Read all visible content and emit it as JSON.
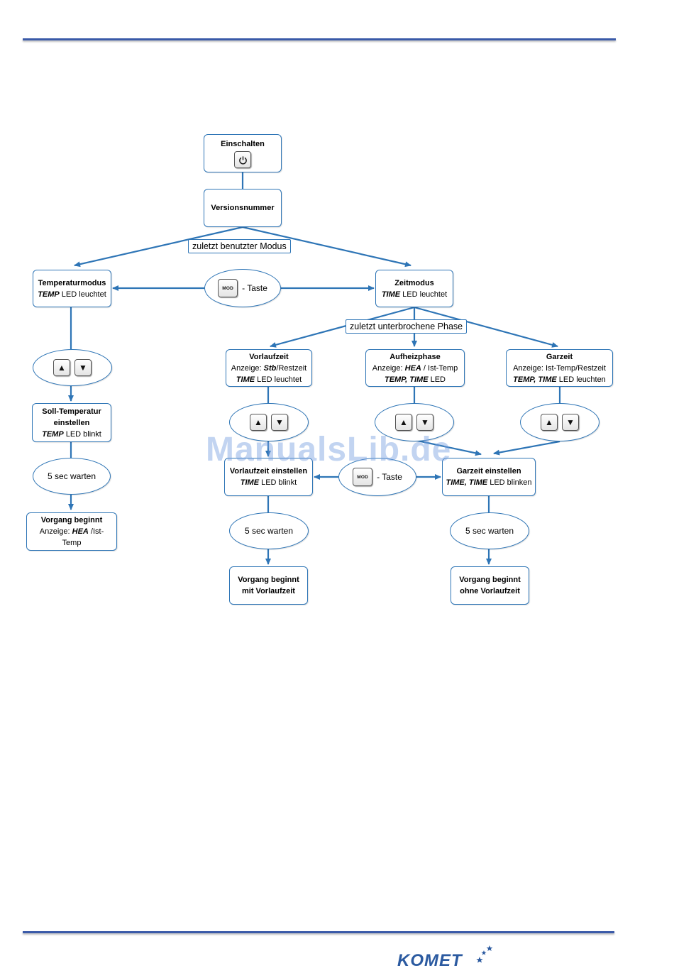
{
  "colors": {
    "accent": "#2e75b6",
    "rule": "#3a5aa8",
    "brand": "#2b5aa0"
  },
  "watermark": "ManualsLib.de",
  "brand": "KOMET",
  "labels": {
    "last_mode": "zuletzt benutzter Modus",
    "last_phase": "zuletzt unterbrochene Phase"
  },
  "icons": {
    "power": "power-icon",
    "up": "up-arrow-icon",
    "down": "down-arrow-icon",
    "mod": "mod-key-icon"
  },
  "keys": {
    "mod": "MOD",
    "up": "▲",
    "down": "▼"
  },
  "nodes": {
    "einschalten": {
      "title": "Einschalten"
    },
    "versionsnummer": {
      "title": "Versionsnummer"
    },
    "temperaturmodus": {
      "title": "Temperaturmodus",
      "line2_em": "TEMP",
      "line2_rest": " LED leuchtet"
    },
    "zeitmodus": {
      "title": "Zeitmodus",
      "line2_em": "TIME",
      "line2_rest": " LED leuchtet"
    },
    "mod_taste_top": {
      "text": "- Taste"
    },
    "vorlaufzeit": {
      "title": "Vorlaufzeit",
      "line2_pre": "Anzeige: ",
      "line2_em": "Stb",
      "line2_rest": "/Restzeit",
      "line3_em": "TIME",
      "line3_rest": " LED leuchtet"
    },
    "aufheizphase": {
      "title": "Aufheizphase",
      "line2_pre": "Anzeige: ",
      "line2_em": "HEA",
      "line2_rest": " / Ist-Temp",
      "line3_em": "TEMP, TIME",
      "line3_rest": " LED"
    },
    "garzeit": {
      "title": "Garzeit",
      "line2": "Anzeige: Ist-Temp/Restzeit",
      "line3_em": "TEMP, TIME",
      "line3_rest": " LED leuchten"
    },
    "soll_temperatur": {
      "title_1": "Soll-Temperatur",
      "title_2": "einstellen",
      "line3_em": "TEMP",
      "line3_rest": " LED blinkt"
    },
    "wait_left": {
      "text": "5 sec warten"
    },
    "vorgang_left": {
      "title": "Vorgang beginnt",
      "line2_pre": "Anzeige: ",
      "line2_em": "HEA",
      "line2_rest": " /Ist-",
      "line3": "Temp"
    },
    "vorlaufzeit_einstellen": {
      "title": "Vorlaufzeit einstellen",
      "line2_em": "TIME",
      "line2_rest": " LED blinkt"
    },
    "mod_taste_mid": {
      "text": "- Taste"
    },
    "garzeit_einstellen": {
      "title": "Garzeit einstellen",
      "line2_em": "TIME, TIME",
      "line2_rest": " LED blinken"
    },
    "wait_mid": {
      "text": "5 sec warten"
    },
    "wait_right": {
      "text": "5 sec warten"
    },
    "vorgang_mid": {
      "title_1": "Vorgang beginnt",
      "title_2": "mit Vorlaufzeit"
    },
    "vorgang_right": {
      "title_1": "Vorgang beginnt",
      "title_2": "ohne Vorlaufzeit"
    }
  }
}
